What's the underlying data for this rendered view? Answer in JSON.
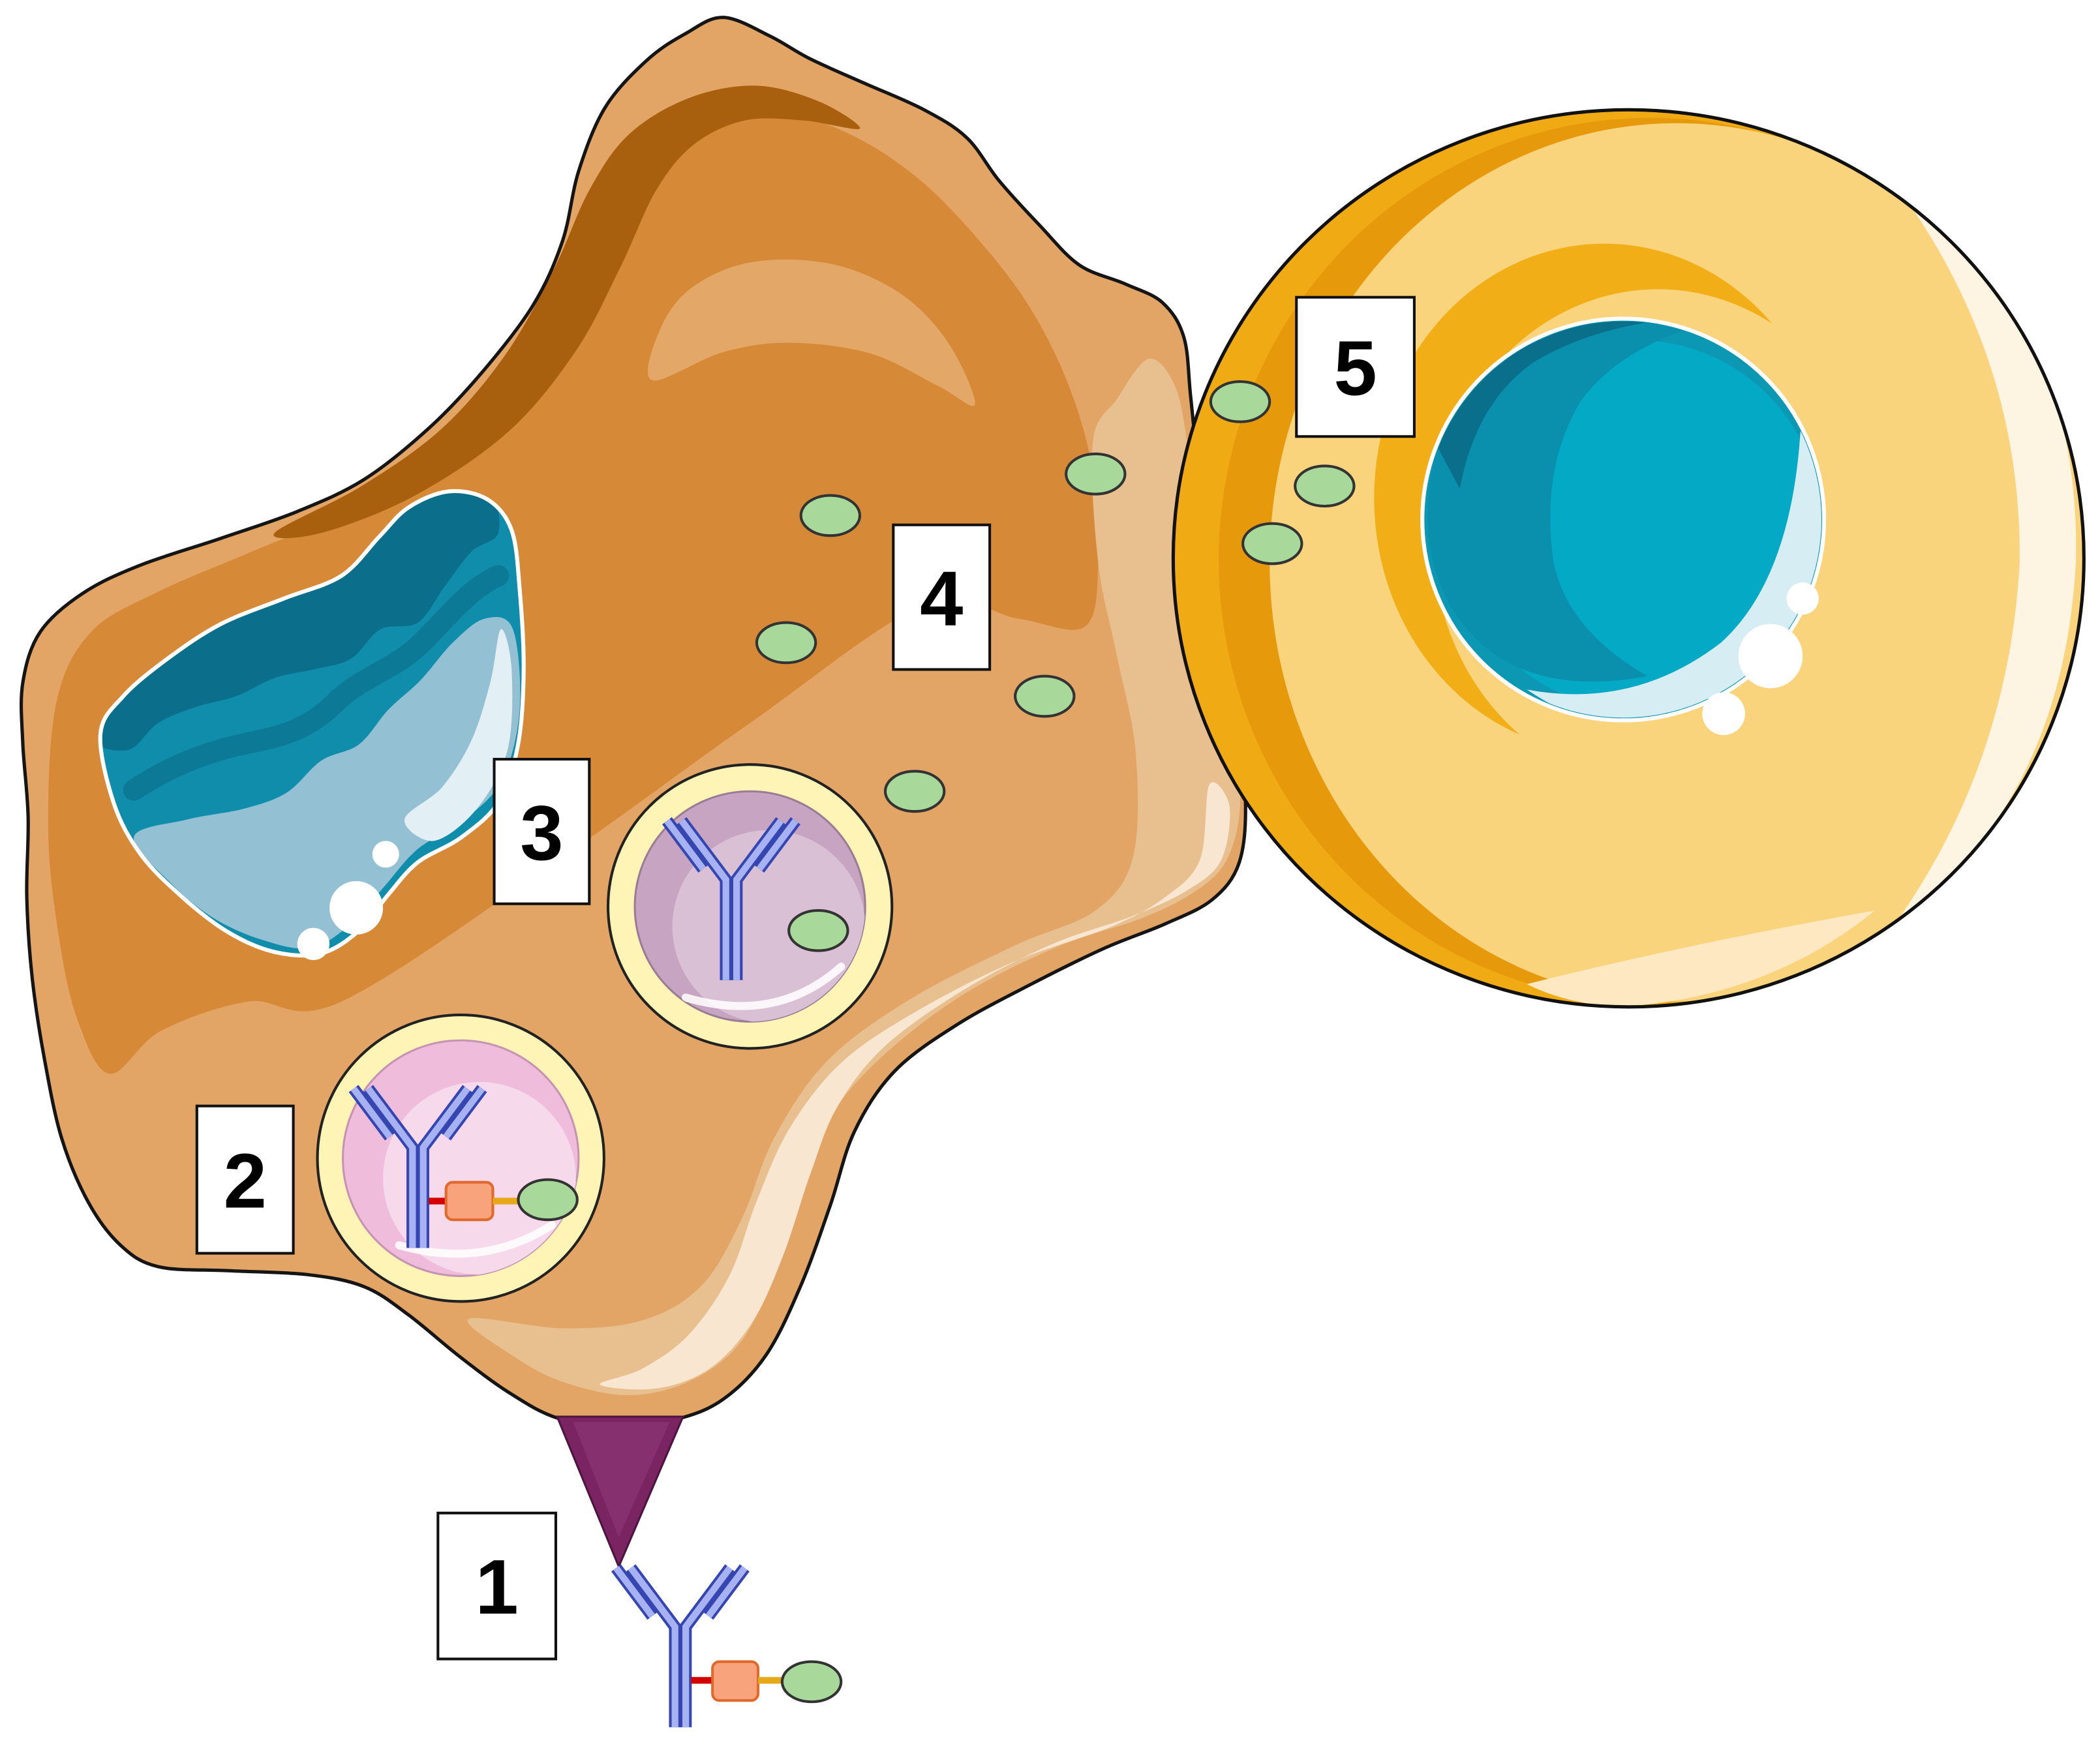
{
  "labels": {
    "step_1": "1",
    "step_2": "2",
    "step_3": "3",
    "step_4": "4",
    "step_5": "5"
  }
}
